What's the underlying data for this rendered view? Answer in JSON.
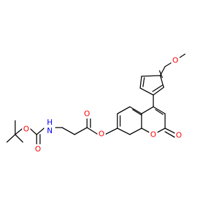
{
  "colors": {
    "background": "#ffffff",
    "bond": "#000000",
    "oxygen": "#ff0000",
    "nitrogen": "#0000ff"
  },
  "labels": {
    "methoxy_oxygen": "O",
    "ester_oxygen": "O",
    "ester_carbonyl_oxygen": "O",
    "ring_oxygen": "O",
    "lactone_carbonyl_oxygen": "O",
    "carbamate_nh": "H\nN",
    "carbamate_oxygen": "O",
    "carbamate_carbonyl_oxygen": "O"
  }
}
